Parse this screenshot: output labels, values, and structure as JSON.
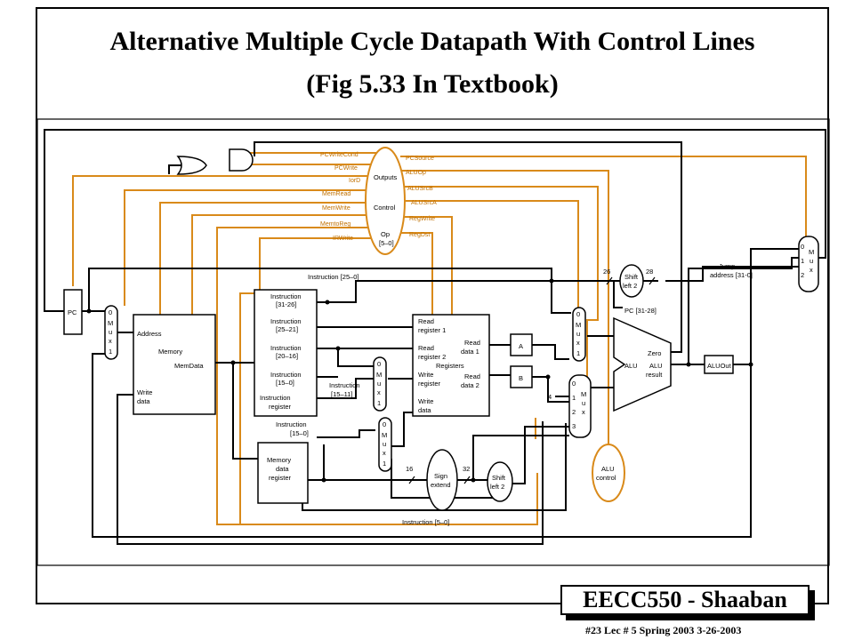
{
  "slide": {
    "title_line1": "Alternative Multiple Cycle Datapath With Control Lines",
    "title_line2": "(Fig 5.33 In Textbook)",
    "badge": "EECC550 - Shaaban",
    "footer": "#23   Lec # 5  Spring 2003  3-26-2003"
  },
  "colors": {
    "control": "#d98a1a",
    "wire": "#000000"
  },
  "control_unit": {
    "outputs_label": "Outputs",
    "control_label": "Control",
    "op_label": "Op",
    "op_bits": "[5–0]",
    "left_signals": [
      "PCWriteCond",
      "PCWrite",
      "IorD",
      "MemRead",
      "MemWrite",
      "MemtoReg",
      "IRWrite"
    ],
    "right_signals": [
      "PCSource",
      "ALUOp",
      "ALUSrcB",
      "ALUSrcA",
      "RegWrite",
      "RegDst"
    ]
  },
  "blocks": {
    "pc": "PC",
    "memory": {
      "address": "Address",
      "name": "Memory",
      "memdata": "MemData",
      "write_data_1": "Write",
      "write_data_2": "data"
    },
    "ir": {
      "f1_a": "Instruction",
      "f1_b": "[31-26]",
      "f2_a": "Instruction",
      "f2_b": "[25–21]",
      "f3_a": "Instruction",
      "f3_b": "[20–16]",
      "f4_a": "Instruction",
      "f4_b": "[15–0]",
      "name_a": "Instruction",
      "name_b": "register"
    },
    "mdr": {
      "l1": "Memory",
      "l2": "data",
      "l3": "register"
    },
    "registers": {
      "rr1_a": "Read",
      "rr1_b": "register 1",
      "rr2_a": "Read",
      "rr2_b": "register 2",
      "wr_a": "Write",
      "wr_b": "register",
      "wd_a": "Write",
      "wd_b": "data",
      "rd1_a": "Read",
      "rd1_b": "data 1",
      "rd2_a": "Read",
      "rd2_b": "data 2",
      "name": "Registers"
    },
    "a": "A",
    "b": "B",
    "alu": {
      "name": "ALU",
      "zero": "Zero",
      "result_a": "ALU",
      "result_b": "result"
    },
    "aluout": "ALUOut",
    "sign_extend": {
      "a": "Sign",
      "b": "extend"
    },
    "shift_left_lower": {
      "a": "Shift",
      "b": "left 2"
    },
    "shift_left_upper": {
      "a": "Shift",
      "b": "left 2"
    },
    "alu_control": {
      "a": "ALU",
      "b": "control"
    }
  },
  "muxes": {
    "letters": [
      "M",
      "u",
      "x"
    ],
    "two_input": [
      "0",
      "1"
    ],
    "four_input": [
      "0",
      "1",
      "2",
      "3"
    ],
    "three_input": [
      "0",
      "1",
      "2"
    ]
  },
  "labels": {
    "instr_25_0": "Instruction [25–0]",
    "instr_15_11_a": "Instruction",
    "instr_15_11_b": "[15–11]",
    "instr_15_0_a": "Instruction",
    "instr_15_0_b": "[15–0]",
    "instr_5_0": "Instruction [5–0]",
    "jump_a": "Jump",
    "jump_b": "address [31-0]",
    "pc_31_28": "PC [31-28]",
    "w26": "26",
    "w28": "28",
    "w16": "16",
    "w32": "32",
    "four": "4"
  }
}
